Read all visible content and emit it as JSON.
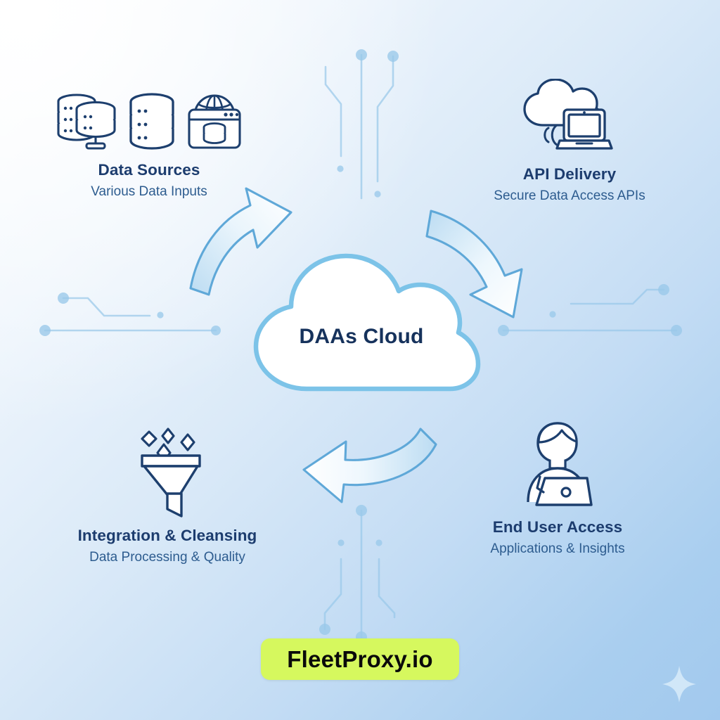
{
  "diagram": {
    "center": {
      "label": "DAAs Cloud",
      "icon": "cloud-icon"
    },
    "quadrants": [
      {
        "id": "data-sources",
        "title": "Data Sources",
        "subtitle": "Various Data Inputs",
        "icons": [
          "database-stack-icon",
          "database-cylinder-icon",
          "web-database-icon"
        ]
      },
      {
        "id": "api-delivery",
        "title": "API Delivery",
        "subtitle": "Secure Data Access APIs",
        "icons": [
          "cloud-laptop-icon"
        ]
      },
      {
        "id": "integration-cleansing",
        "title": "Integration & Cleansing",
        "subtitle": "Data Processing & Quality",
        "icons": [
          "funnel-sparkle-icon"
        ]
      },
      {
        "id": "end-user-access",
        "title": "End User Access",
        "subtitle": "Applications & Insights",
        "icons": [
          "person-laptop-icon"
        ]
      }
    ],
    "arrows": [
      {
        "id": "arrow-sources-to-cloud",
        "direction": "up-right",
        "icon": "curved-arrow-icon"
      },
      {
        "id": "arrow-cloud-to-api",
        "direction": "down-right",
        "icon": "curved-arrow-icon"
      },
      {
        "id": "arrow-enduser-to-integration",
        "direction": "left",
        "icon": "curved-arrow-icon"
      }
    ],
    "decorations": {
      "sparkle": "sparkle-icon",
      "circuit_traces": "circuit-trace-decoration"
    }
  },
  "brand": {
    "name": "FleetProxy.io",
    "badge_color": "#d6f85e",
    "text_color": "#0a0a0a"
  },
  "colors": {
    "title": "#1c3c6e",
    "subtitle": "#2d5c8f",
    "icon_stroke": "#1d3f६e",
    "cloud_outline": "#7cc3e8",
    "arrow_outline": "#5fa8d8",
    "background_light": "#fcfdfe",
    "background_deep": "#a2c9ee"
  }
}
